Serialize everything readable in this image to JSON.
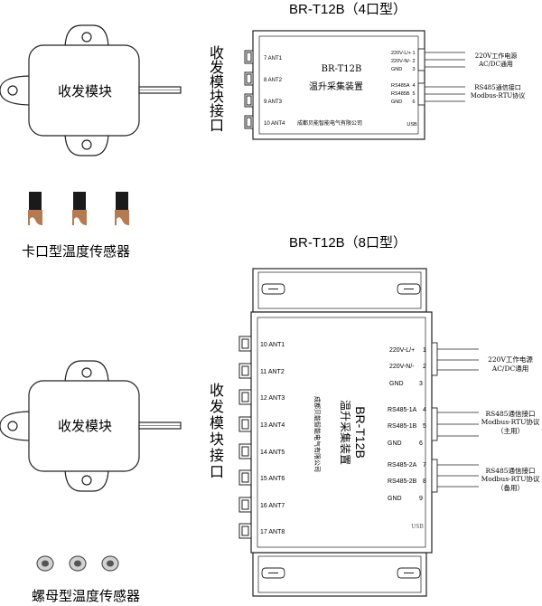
{
  "top_title": "BR-T12B（4口型）",
  "mid_title": "BR-T12B（8口型）",
  "module_label": "收发模块",
  "port_label_chars": [
    "收",
    "发",
    "模",
    "块",
    "接",
    "口"
  ],
  "clip_sensor_label": "卡口型温度传感器",
  "nut_sensor_label": "螺母型温度传感器",
  "device4": {
    "name_line1": "BR-T12B",
    "name_line2": "温升采集装置",
    "company": "成都贝能智能电气有限公司",
    "ants": [
      "7 ANT1",
      "8 ANT2",
      "9 ANT3",
      "10 ANT4"
    ],
    "terms": [
      {
        "name": "220V-L/+",
        "num": "1"
      },
      {
        "name": "220V-N/-",
        "num": "2"
      },
      {
        "name": "GND",
        "num": "3"
      },
      {
        "name": "RS485A",
        "num": "4"
      },
      {
        "name": "RS485B",
        "num": "5"
      },
      {
        "name": "GND",
        "num": "6"
      }
    ],
    "usb": "USB",
    "power_note": [
      "220V工作电源",
      "AC/DC通用"
    ],
    "comm_note": [
      "RS485通信接口",
      "Modbus-RTU协议"
    ]
  },
  "device8": {
    "name_line1": "BR-T12B",
    "name_line2": "温升采集装置",
    "company": "成都贝能智能电气有限公司",
    "ants": [
      "10 ANT1",
      "11 ANT2",
      "12 ANT3",
      "13 ANT4",
      "14 ANT5",
      "15 ANT6",
      "16 ANT7",
      "17 ANT8"
    ],
    "terms": [
      {
        "name": "220V-L/+",
        "num": "1"
      },
      {
        "name": "220V-N/-",
        "num": "2"
      },
      {
        "name": "GND",
        "num": "3"
      },
      {
        "name": "RS485-1A",
        "num": "4"
      },
      {
        "name": "RS485-1B",
        "num": "5"
      },
      {
        "name": "GND",
        "num": "6"
      },
      {
        "name": "RS485-2A",
        "num": "7"
      },
      {
        "name": "RS485-2B",
        "num": "8"
      },
      {
        "name": "GND",
        "num": "9"
      }
    ],
    "usb": "USB",
    "power_note": [
      "220V工作电源",
      "AC/DC通用"
    ],
    "comm1_note": [
      "RS485通信接口",
      "Modbus-RTU协议",
      "（主用）"
    ],
    "comm2_note": [
      "RS485通信接口",
      "Modbus-RTU协议",
      "（备用）"
    ]
  }
}
